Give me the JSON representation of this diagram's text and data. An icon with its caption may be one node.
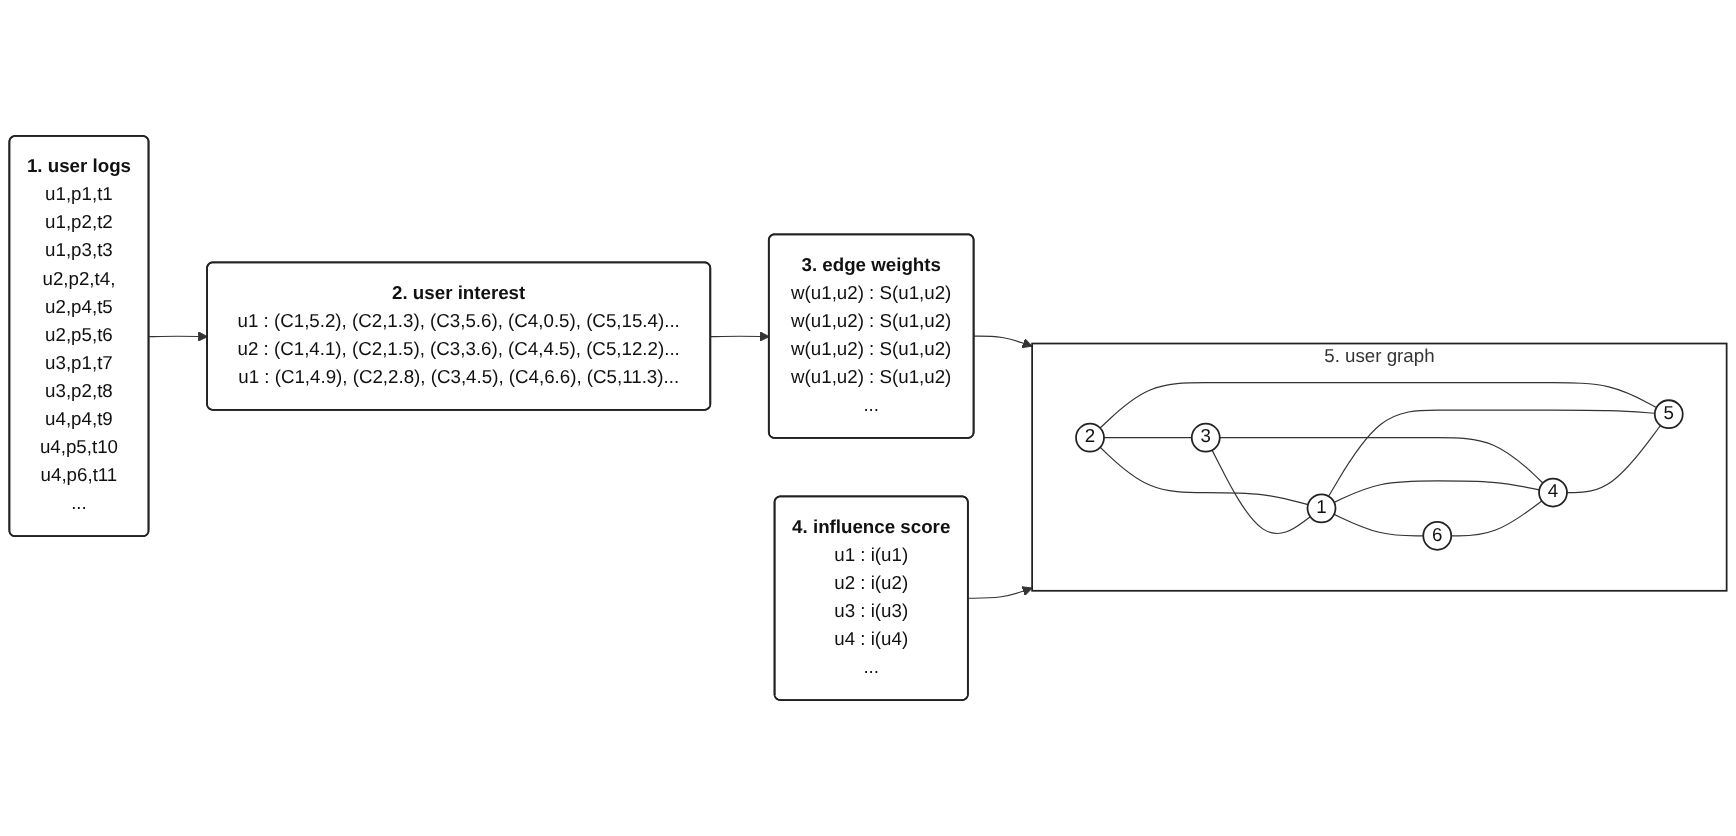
{
  "diagram": {
    "nodes": [
      {
        "text": [
          "1. user logs",
          "u1,p1,t1 u1,p2,t2 u1,p3,t3 u2,p2,t4, u2,p4,t5 u2,p5,t6 u3,p1,t7 u3,p2,t8 u4,p4,t9 u4,p5,t10 u4,p6,t11 ..."
        ]
      },
      {
        "text": [
          "2. user interest",
          "u1 : (C1,5.2), (C2,1.3), (C3,5.6), (C4,0.5), (C5,15.4)... u2 : (C1,4.1), (C2,1.5), (C3,3.6), (C4,4.5), (C5,12.2)... u1 : (C1,4.9), (C2,2.8), (C3,4.5), (C4,6.6), (C5,11.3)..."
        ]
      },
      {
        "text": [
          "3. edge weights",
          "w(u1,u2) : S(u1,u2) w(u1,u2) : S(u1,u2) w(u1,u2) : S(u1,u2) w(u1,u2) : S(u1,u2) ..."
        ]
      },
      {
        "text": [
          "4. influence score",
          "u1 : i(u1) u2 : i(u2) u3 : i(u3) u4 : i(u4) ..."
        ]
      },
      {
        "text": [
          "5. user graph"
        ]
      },
      {
        "text": [
          "2"
        ],
        "in": 4
      },
      {
        "text": [
          "6"
        ],
        "in": 4
      },
      {
        "text": [
          "3"
        ],
        "in": 4
      },
      {
        "text": [
          "1"
        ],
        "in": 4
      },
      {
        "text": [
          "5"
        ],
        "in": 4
      },
      {
        "text": [
          "4"
        ],
        "in": 4
      }
    ],
    "edges": [
      {
        "from": 0,
        "to": 1,
        "arrow": "to"
      },
      {
        "from": 1,
        "to": 2,
        "arrow": "to"
      },
      {
        "from": 2,
        "to": 4,
        "arrow": "to"
      },
      {
        "from": 3,
        "to": 4,
        "arrow": "to"
      },
      {
        "from": 5,
        "to": 7,
        "arrow": "none"
      },
      {
        "from": 5,
        "to": 8,
        "arrow": "none"
      },
      {
        "from": 5,
        "to": 9,
        "arrow": "none"
      },
      {
        "from": 7,
        "to": 8,
        "arrow": "none"
      },
      {
        "from": 7,
        "to": 10,
        "arrow": "none"
      },
      {
        "from": 8,
        "to": 6,
        "arrow": "none"
      },
      {
        "from": 8,
        "to": 9,
        "arrow": "none"
      },
      {
        "from": 8,
        "to": 10,
        "arrow": "none"
      },
      {
        "from": 6,
        "to": 10,
        "arrow": "none"
      },
      {
        "from": 10,
        "to": 9,
        "arrow": "none"
      }
    ]
  }
}
